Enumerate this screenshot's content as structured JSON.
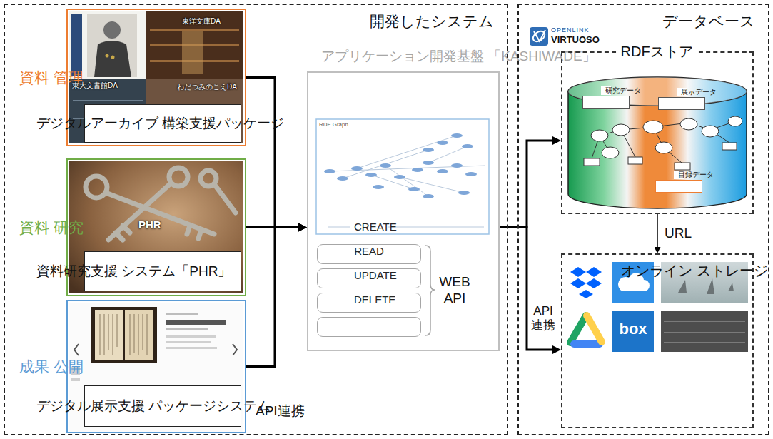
{
  "diagram": {
    "nodes": [
      {
        "text": [
          "開発したシステム"
        ]
      },
      {
        "text": [
          "データベース"
        ]
      },
      {
        "text": [
          "資料 管理"
        ],
        "in": 0
      },
      {
        "text": [
          "デジタルアーカイブ 構築支援パッケージ"
        ],
        "in": 2
      },
      {
        "text": [
          "資料 研究"
        ],
        "in": 0
      },
      {
        "text": [
          "資料研究支援 システム「PHR」"
        ],
        "in": 4
      },
      {
        "text": [
          "成果 公開"
        ],
        "in": 0
      },
      {
        "text": [
          "デジタル展示支援 パッケージシステム"
        ],
        "in": 6
      },
      {
        "text": [
          "アプリケーション開発基盤 「KASHIWADE」"
        ],
        "in": 0
      },
      {
        "text": [
          "CREATE"
        ],
        "in": 8
      },
      {
        "text": [
          "READ"
        ],
        "in": 8
      },
      {
        "text": [
          "UPDATE"
        ],
        "in": 8
      },
      {
        "text": [
          "DELETE"
        ],
        "in": 8
      },
      {
        "text": [
          "RDFストア"
        ],
        "in": 1
      },
      {
        "text": [
          "研究データ"
        ],
        "in": 13
      },
      {
        "text": [
          "展示データ"
        ],
        "in": 13
      },
      {
        "text": [
          "目録データ"
        ],
        "in": 13
      },
      {
        "text": [
          "オンライン ストレージ"
        ],
        "in": 1
      }
    ],
    "edges": [
      {
        "from": 2,
        "to": 8,
        "arrow": "to"
      },
      {
        "from": 4,
        "to": 8,
        "arrow": "to"
      },
      {
        "from": 6,
        "to": 8,
        "arrow": "to"
      },
      {
        "from": 8,
        "to": 13,
        "arrow": "to"
      },
      {
        "from": 8,
        "to": 17,
        "arrow": "to"
      },
      {
        "from": 13,
        "to": 17,
        "label": "URL",
        "arrow": "to"
      }
    ],
    "labels": [
      "東洋文庫DA",
      "東大文書館DA",
      "わだつみのこえDA",
      "PHR",
      "RDF Graph",
      "WEB API",
      "API連携",
      "OPENLINK",
      "VIRTUOSO",
      "API 連携",
      "box"
    ]
  }
}
